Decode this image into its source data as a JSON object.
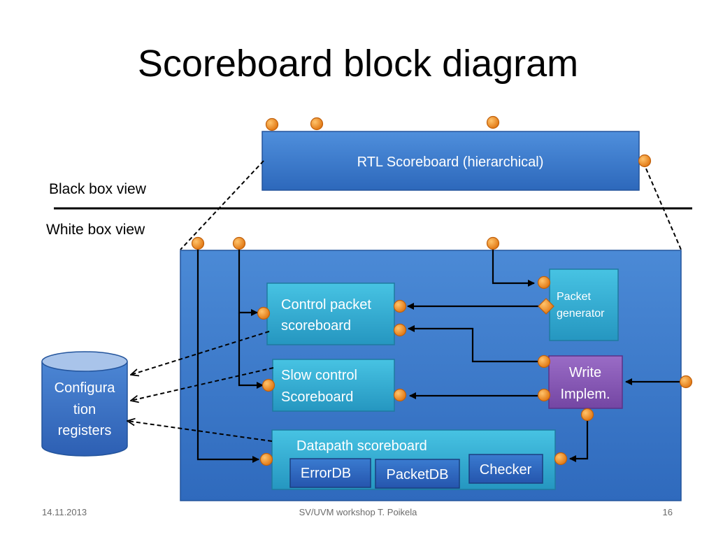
{
  "title": "Scoreboard block diagram",
  "labels": {
    "black_box": "Black box view",
    "white_box": "White box view"
  },
  "blocks": {
    "rtl_scoreboard": "RTL Scoreboard (hierarchical)",
    "control_packet": [
      "Control packet",
      "scoreboard"
    ],
    "slow_control": [
      "Slow control",
      "Scoreboard"
    ],
    "packet_generator": [
      "Packet",
      "generator"
    ],
    "write_implem": [
      "Write",
      "Implem."
    ],
    "datapath": "Datapath scoreboard",
    "errordb": "ErrorDB",
    "packetdb": "PacketDB",
    "checker": "Checker",
    "config_registers": [
      "Configura",
      "tion",
      "registers"
    ]
  },
  "colors": {
    "outer_blue": "#3f7fce",
    "cyan_block": "#33b0d3",
    "purple_block": "#8a5ab6",
    "db_block": "#2c66bd",
    "port_orange": "#f28a1e",
    "cylinder": "#3b73c4"
  },
  "footer": {
    "date": "14.11.2013",
    "center": "SV/UVM workshop T. Poikela",
    "page": "16"
  }
}
